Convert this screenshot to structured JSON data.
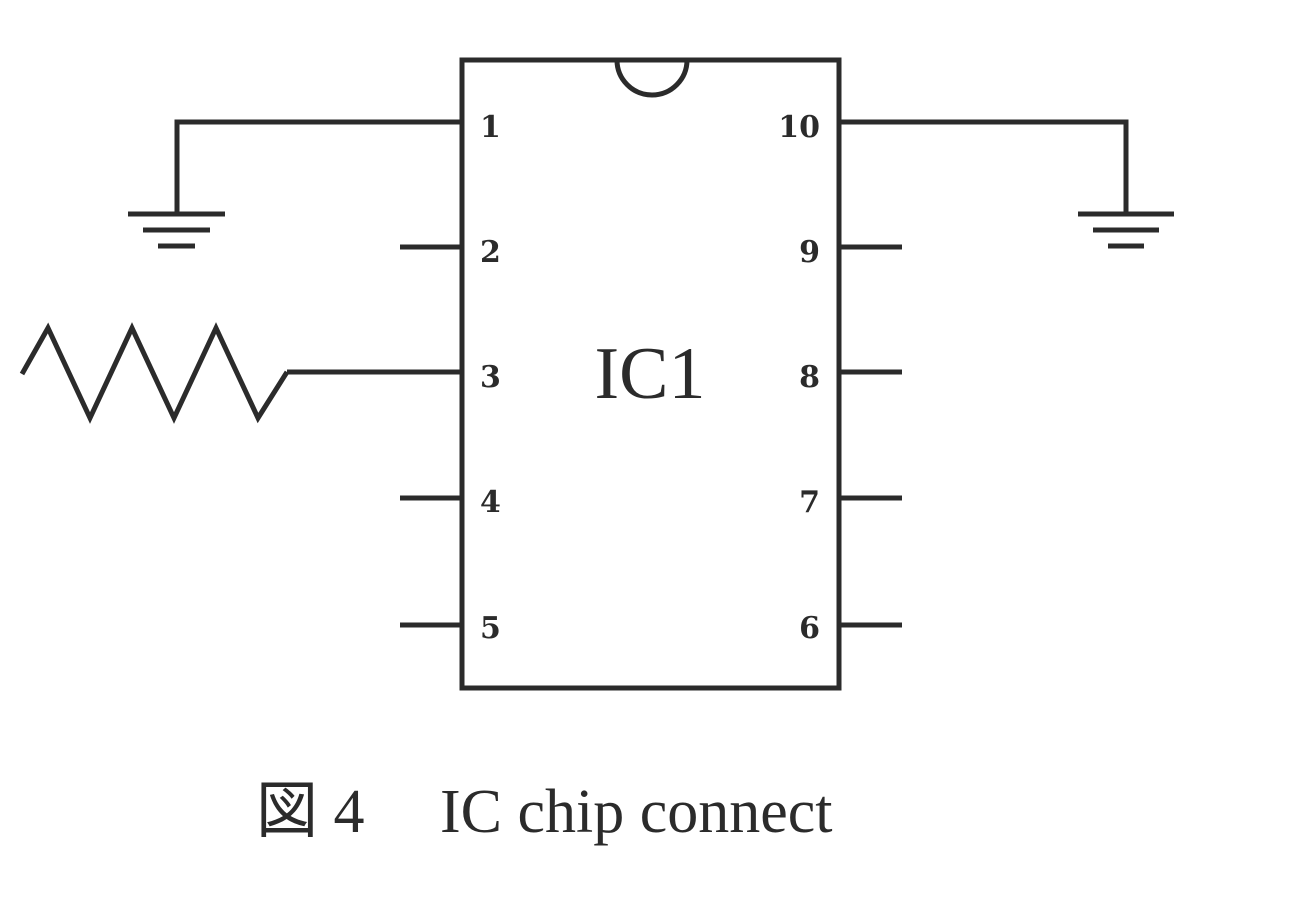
{
  "chip": {
    "label": "IC1",
    "pins_left": [
      {
        "number": "1",
        "connection": "ground"
      },
      {
        "number": "2",
        "connection": "open"
      },
      {
        "number": "3",
        "connection": "resistor"
      },
      {
        "number": "4",
        "connection": "open"
      },
      {
        "number": "5",
        "connection": "open"
      }
    ],
    "pins_right": [
      {
        "number": "10",
        "connection": "ground"
      },
      {
        "number": "9",
        "connection": "open"
      },
      {
        "number": "8",
        "connection": "open"
      },
      {
        "number": "7",
        "connection": "open"
      },
      {
        "number": "6",
        "connection": "open"
      }
    ]
  },
  "caption": {
    "figure_label": "図 4",
    "text": "IC chip connect"
  },
  "colors": {
    "ink": "#2b2b2b",
    "background": "#ffffff"
  }
}
